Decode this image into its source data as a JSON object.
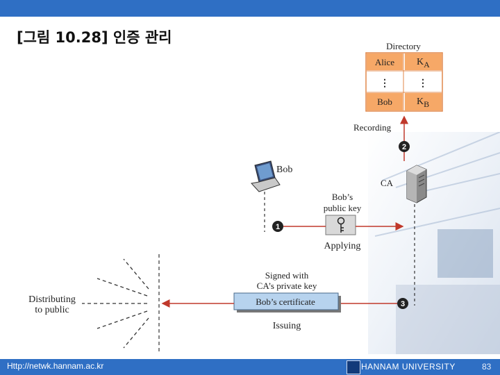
{
  "slide": {
    "title": "[그림 10.28] 인증 관리",
    "url": "Http://netwk.hannam.ac.kr",
    "university": "HANNAM UNIVERSITY",
    "page_number": "83"
  },
  "diagram": {
    "directory": {
      "title": "Directory",
      "rows": [
        {
          "name": "Alice",
          "key": "K",
          "key_sub": "A"
        },
        {
          "name": "⋮",
          "key": "⋮",
          "key_sub": ""
        },
        {
          "name": "Bob",
          "key": "K",
          "key_sub": "B"
        }
      ]
    },
    "recording_label": "Recording",
    "step2": "2",
    "bob_label": "Bob",
    "ca_label": "CA",
    "public_key_label_line1": "Bob’s",
    "public_key_label_line2": "public key",
    "step1": "1",
    "applying_label": "Applying",
    "signed_line1": "Signed with",
    "signed_line2": "CA’s private key",
    "certificate_label": "Bob’s certificate",
    "step3": "3",
    "issuing_label": "Issuing",
    "distributing_line1": "Distributing",
    "distributing_line2": "to public"
  },
  "colors": {
    "accent_bar": "#2f6fc4",
    "directory_cells": "#f6a867",
    "certificate_fill": "#b7d3ee",
    "arrow_red": "#c0392b"
  }
}
